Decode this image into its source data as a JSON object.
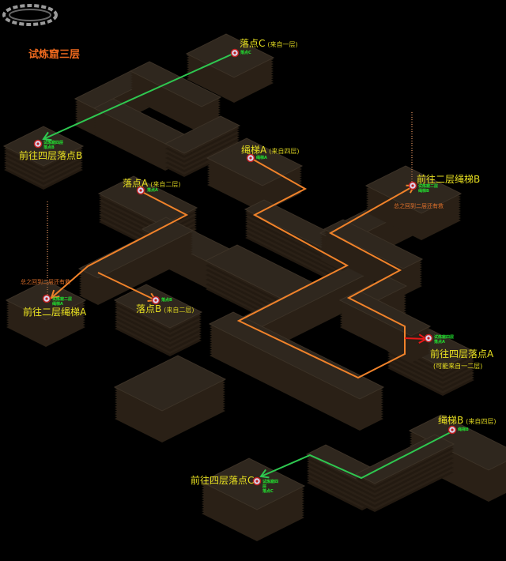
{
  "title": "试炼窟三层",
  "markers": [
    {
      "id": "drop-c",
      "label": "落点C",
      "sub": "(来自一层)",
      "tag": "落点C"
    },
    {
      "id": "to-4f-drop-b",
      "label": "前往四层落点B",
      "sub": "",
      "tag": "试炼窟四层\n落点B"
    },
    {
      "id": "rope-a",
      "label": "绳梯A",
      "sub": "(来自四层)",
      "tag": "绳梯A"
    },
    {
      "id": "drop-a",
      "label": "落点A",
      "sub": "(来自二层)",
      "tag": "落点A"
    },
    {
      "id": "to-2f-rope-b",
      "label": "前往二层绳梯B",
      "sub": "",
      "tag": "试炼窟二层\n绳梯B"
    },
    {
      "id": "to-2f-rope-a",
      "label": "前往二层绳梯A",
      "sub": "",
      "tag": "试炼窟二层\n绳梯A"
    },
    {
      "id": "drop-b",
      "label": "落点B",
      "sub": "(来自二层)",
      "tag": "落点B"
    },
    {
      "id": "to-4f-drop-a",
      "label": "前往四层落点A",
      "sub": "(可能来自一二层)",
      "tag": "试炼窟四层\n落点A"
    },
    {
      "id": "rope-b",
      "label": "绳梯B",
      "sub": "(来自四层)",
      "tag": "绳梯B"
    },
    {
      "id": "to-4f-drop-c",
      "label": "前往四层落点C",
      "sub": "",
      "tag": "试炼窟四\n层\n落点C"
    }
  ],
  "notes": {
    "left": "总之回到二层还有救",
    "right": "总之回到二层还有救"
  },
  "colors": {
    "route_orange": "#f0822a",
    "route_green": "#2ec850",
    "arrow_red": "#e81818",
    "label_yellow": "#e8e020"
  }
}
